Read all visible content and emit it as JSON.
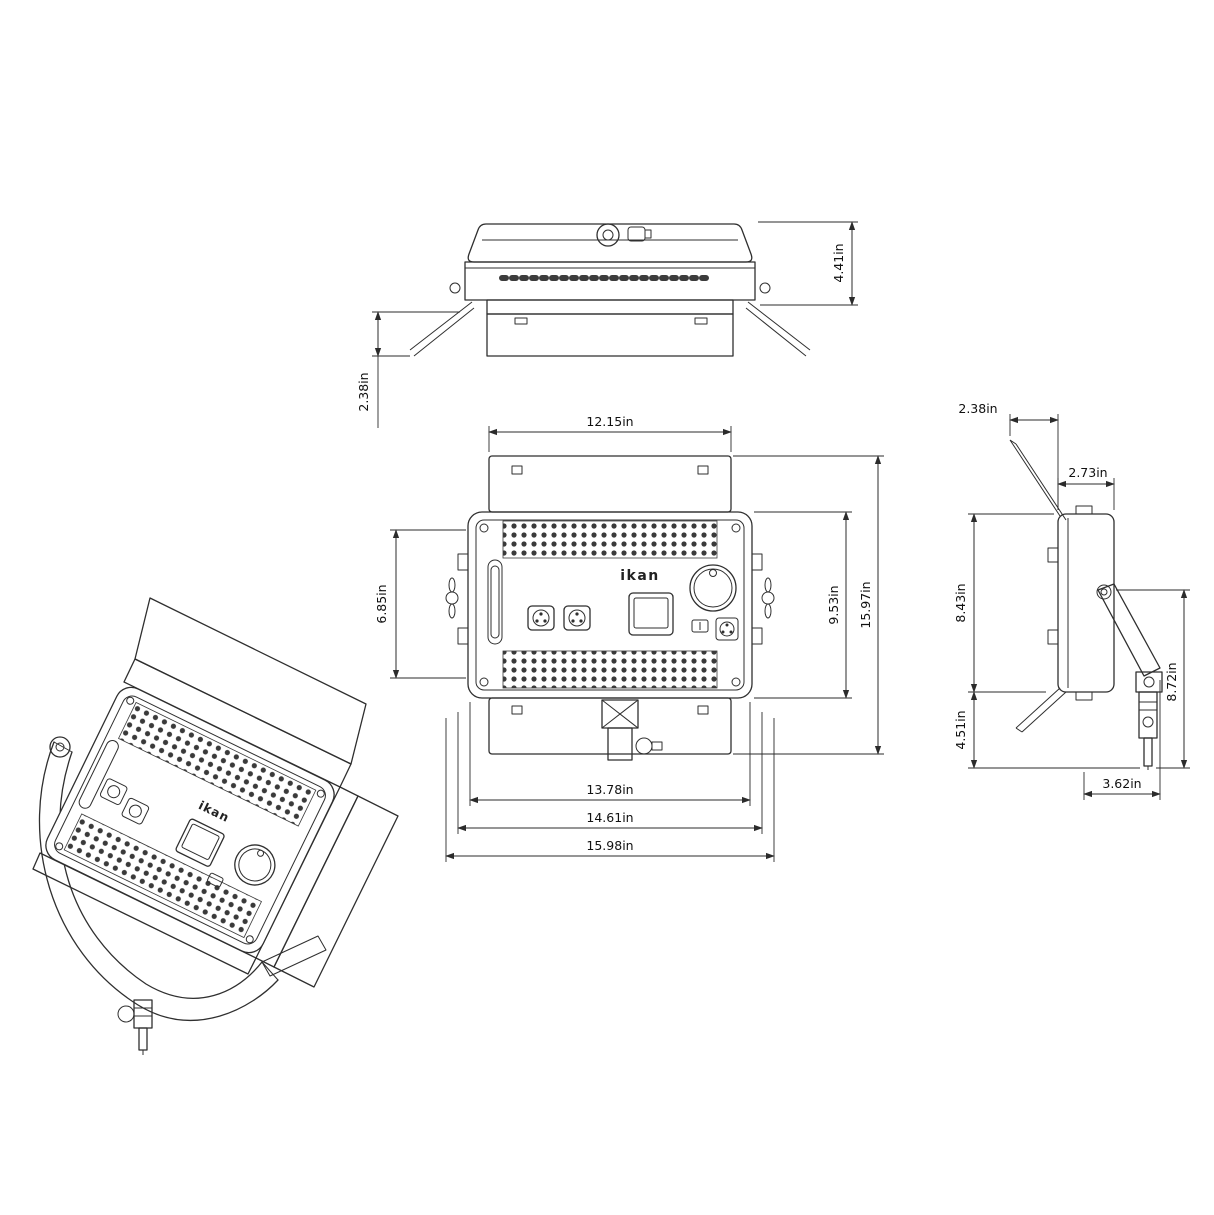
{
  "logo": "ikan",
  "page": {
    "background": "#ffffff",
    "line_color": "#2f2f2f"
  },
  "views": {
    "top_view": "top orthographic view",
    "front_view": "rear orthographic view",
    "side_view": "side orthographic view",
    "perspective_view": "isometric sketch"
  },
  "dims": {
    "top_height": "4.41in",
    "top_door_drop": "2.38in",
    "front_top_width": "12.15in",
    "front_inner_height": "6.85in",
    "front_body_height": "9.53in",
    "front_total_height": "15.97in",
    "front_width_body": "13.78in",
    "front_width_hinges": "14.61in",
    "front_width_total": "15.98in",
    "side_door_offset": "2.38in",
    "side_depth": "2.73in",
    "side_body_height": "8.43in",
    "side_mount_drop": "4.51in",
    "side_arm_height": "8.72in",
    "side_arm_reach": "3.62in"
  }
}
